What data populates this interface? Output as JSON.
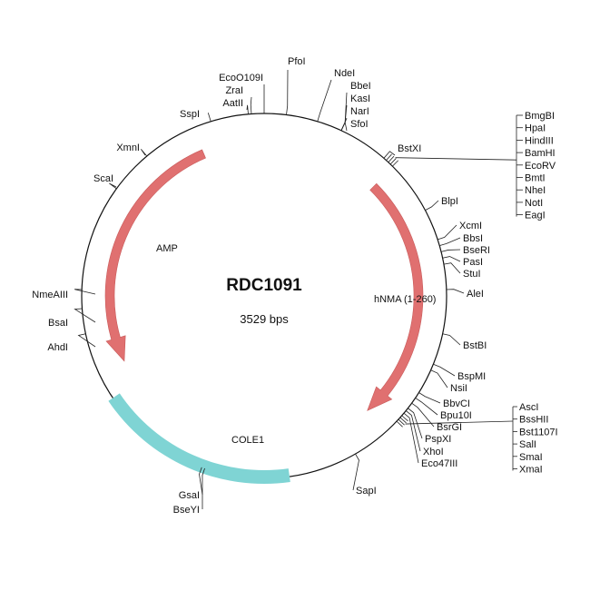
{
  "plasmid": {
    "name": "RDC1091",
    "size_label": "3529 bps",
    "length_bp": 3529
  },
  "colors": {
    "amp": "#e07070",
    "hnma": "#e07070",
    "cole1": "#7fd4d4",
    "backbone": "#111111"
  },
  "features": [
    {
      "id": "amp",
      "label": "AMP",
      "type": "arrow",
      "direction": "ccw",
      "start_deg": 337,
      "end_deg": 245
    },
    {
      "id": "hnma",
      "label": "hNMA (1-260)",
      "type": "arrow",
      "direction": "cw",
      "start_deg": 45,
      "end_deg": 138
    },
    {
      "id": "cole1",
      "label": "COLE1",
      "type": "block",
      "start_deg": 172,
      "end_deg": 236
    }
  ],
  "sites": {
    "top": [
      {
        "label": "PfoI"
      },
      {
        "label": "EcoO109I"
      },
      {
        "label": "ZraI"
      },
      {
        "label": "AatII"
      },
      {
        "label": "SspI"
      },
      {
        "label": "XmnI"
      },
      {
        "label": "ScaI"
      },
      {
        "label": "NdeI"
      },
      {
        "label": "BbeI"
      },
      {
        "label": "KasI"
      },
      {
        "label": "NarI"
      },
      {
        "label": "SfoI"
      },
      {
        "label": "BstXI"
      }
    ],
    "mcs1": [
      "BmgBI",
      "HpaI",
      "HindIII",
      "BamHI",
      "EcoRV",
      "BmtI",
      "NheI",
      "NotI",
      "EagI"
    ],
    "right": [
      {
        "label": "BlpI"
      },
      {
        "label": "XcmI"
      },
      {
        "label": "BbsI"
      },
      {
        "label": "BseRI"
      },
      {
        "label": "PasI"
      },
      {
        "label": "StuI"
      },
      {
        "label": "AleI"
      },
      {
        "label": "BstBI"
      },
      {
        "label": "BspMI"
      },
      {
        "label": "NsiI"
      },
      {
        "label": "BbvCI"
      },
      {
        "label": "Bpu10I"
      },
      {
        "label": "BsrGI"
      },
      {
        "label": "PspXI"
      },
      {
        "label": "XhoI"
      },
      {
        "label": "Eco47III"
      },
      {
        "label": "SapI"
      }
    ],
    "mcs2": [
      "AscI",
      "BssHII",
      "Bst1107I",
      "SalI",
      "SmaI",
      "XmaI"
    ],
    "left": [
      {
        "label": "NmeAIII"
      },
      {
        "label": "BsaI"
      },
      {
        "label": "AhdI"
      },
      {
        "label": "GsaI"
      },
      {
        "label": "BseYI"
      }
    ]
  }
}
